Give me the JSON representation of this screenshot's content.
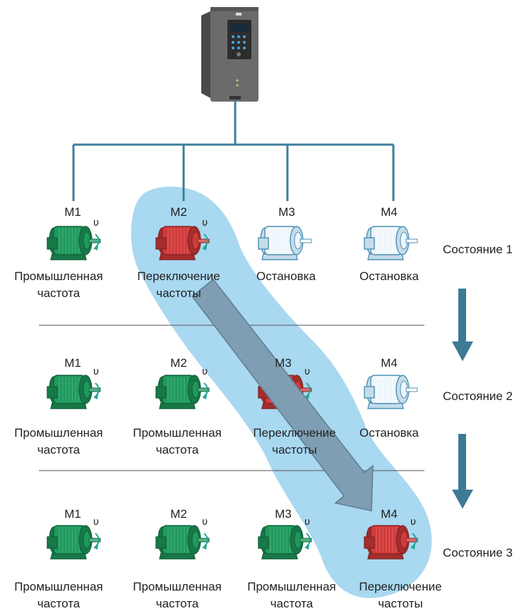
{
  "motor_names": [
    "M1",
    "M2",
    "M3",
    "M4"
  ],
  "states": [
    {
      "label": "Состояние 1",
      "motors": [
        {
          "status": "mains",
          "line1": "Промышленная",
          "line2": "частота"
        },
        {
          "status": "switching",
          "line1": "Переключение",
          "line2": "частоты"
        },
        {
          "status": "stopped",
          "line1": "Остановка",
          "line2": ""
        },
        {
          "status": "stopped",
          "line1": "Остановка",
          "line2": ""
        }
      ]
    },
    {
      "label": "Состояние 2",
      "motors": [
        {
          "status": "mains",
          "line1": "Промышленная",
          "line2": "частота"
        },
        {
          "status": "mains",
          "line1": "Промышленная",
          "line2": "частота"
        },
        {
          "status": "switching",
          "line1": "Переключение",
          "line2": "частоты"
        },
        {
          "status": "stopped",
          "line1": "Остановка",
          "line2": ""
        }
      ]
    },
    {
      "label": "Состояние 3",
      "motors": [
        {
          "status": "mains",
          "line1": "Промышленная",
          "line2": "частота"
        },
        {
          "status": "mains",
          "line1": "Промышленная",
          "line2": "частота"
        },
        {
          "status": "mains",
          "line1": "Промышленная",
          "line2": "частота"
        },
        {
          "status": "switching",
          "line1": "Переключение",
          "line2": "частоты"
        }
      ]
    }
  ],
  "rotation_symbol": "υ",
  "colors": {
    "mains_motor": "#1e9a5c",
    "switching_motor": "#d23a3a",
    "stopped_motor": "#eef6fb",
    "bus_line": "#3b7f99",
    "highlight_band": "#a9d8f1",
    "main_arrow": "#7f9eb3",
    "state_arrow": "#3d7a94"
  }
}
